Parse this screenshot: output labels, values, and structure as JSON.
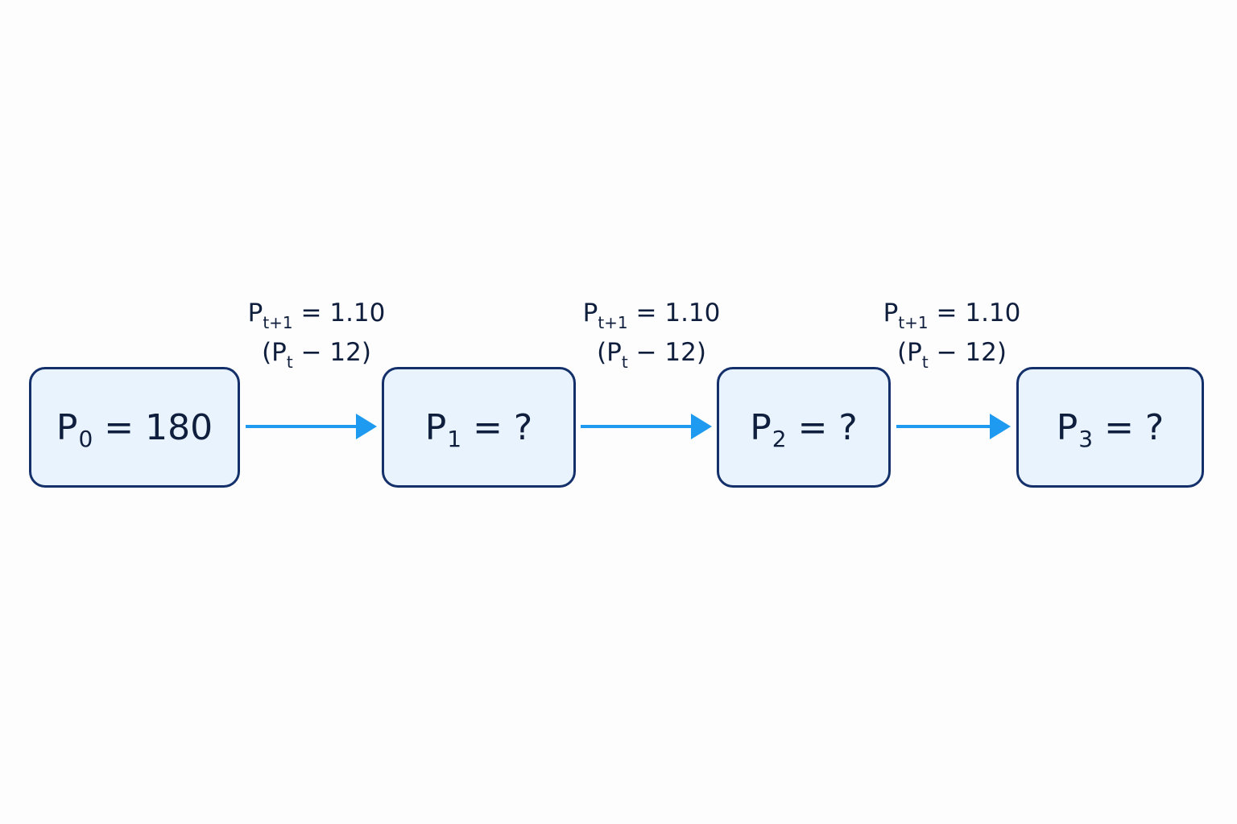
{
  "diagram": {
    "nodes": [
      {
        "variable": "P",
        "subscript": "0",
        "rest": "= 180"
      },
      {
        "variable": "P",
        "subscript": "1",
        "rest": "= ?"
      },
      {
        "variable": "P",
        "subscript": "2",
        "rest": "= ?"
      },
      {
        "variable": "P",
        "subscript": "3",
        "rest": "= ?"
      }
    ],
    "transitions": [
      {
        "lhs_var": "P",
        "lhs_sub": "t+1",
        "rhs": "= 1.10",
        "open": "(P",
        "inner_sub": "t",
        "close": "− 12)"
      },
      {
        "lhs_var": "P",
        "lhs_sub": "t+1",
        "rhs": "= 1.10",
        "open": "(P",
        "inner_sub": "t",
        "close": "− 12)"
      },
      {
        "lhs_var": "P",
        "lhs_sub": "t+1",
        "rhs": "= 1.10",
        "open": "(P",
        "inner_sub": "t",
        "close": "− 12)"
      }
    ],
    "colors": {
      "box_fill": "#e8f3fd",
      "box_border": "#14306b",
      "text": "#0f1e3d",
      "arrow": "#1e9bf0",
      "background": "#fdfdfd"
    }
  }
}
